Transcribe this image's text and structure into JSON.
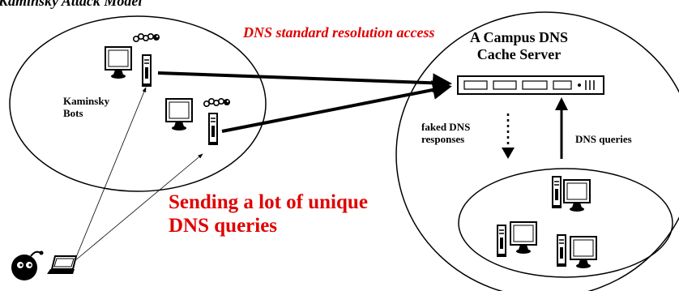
{
  "title_partial": "Kaminsky Attack Model",
  "labels": {
    "resolution_access": "DNS standard resolution access",
    "server_name_line1": "A Campus DNS",
    "server_name_line2": "Cache Server",
    "bots_line1": "Kaminsky",
    "bots_line2": "Bots",
    "faked_line1": "faked DNS",
    "faked_line2": "responses",
    "dns_queries": "DNS queries",
    "sending_line1": "Sending a lot of unique",
    "sending_line2": "DNS queries"
  },
  "colors": {
    "accent_red": "#e00000",
    "ink": "#000000"
  },
  "icons": [
    "desktop-computer-icon",
    "tower-case-icon",
    "worm-icon",
    "rack-server-icon",
    "laptop-icon",
    "bomb-attacker-icon"
  ]
}
